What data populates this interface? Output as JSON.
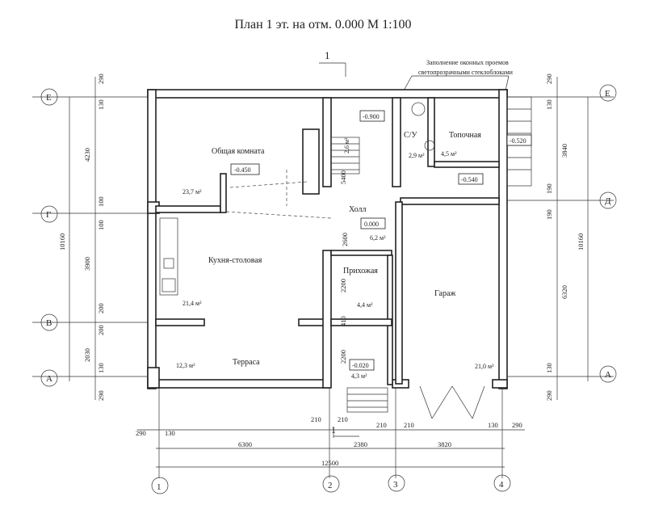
{
  "title": "План 1 эт. на отм. 0.000  М 1:100",
  "section_mark": "1",
  "glazing_note_line1": "Заполнение оконных проемов",
  "glazing_note_line2": "светопрозрачными стеклоблоками",
  "rooms": [
    {
      "key": "living",
      "name": "Общая комната",
      "area": "23,7 м²",
      "level": "-0.450"
    },
    {
      "key": "kitchen",
      "name": "Кухня-столовая",
      "area": "21,4 м²"
    },
    {
      "key": "terrace",
      "name": "Терраса",
      "area": "12,3 м²"
    },
    {
      "key": "hall",
      "name": "Холл",
      "area": "6,2 м²",
      "level": "0.000"
    },
    {
      "key": "entry",
      "name": "Прихожая",
      "area": "4,4 м²"
    },
    {
      "key": "vestibule",
      "area": "4,3 м²",
      "level": "-0.020"
    },
    {
      "key": "wc",
      "name": "С/У",
      "area": "2,9 м²"
    },
    {
      "key": "boiler",
      "name": "Топочная",
      "area": "4,5 м²",
      "level": "-0.520"
    },
    {
      "key": "garage",
      "name": "Гараж",
      "area": "21,0 м²"
    },
    {
      "key": "stair",
      "level": "-0.900",
      "area": "2,6 м²"
    }
  ],
  "extra_level": "-0.540",
  "axes": {
    "horizontal": [
      "1",
      "2",
      "3",
      "4"
    ],
    "vertical": [
      "Е",
      "Д",
      "Г",
      "В",
      "А"
    ]
  },
  "dims": {
    "bottom_row1": [
      "290",
      "130",
      "210",
      "210",
      "210",
      "210",
      "130",
      "290"
    ],
    "bottom_row2": [
      "6300",
      "2380",
      "3820"
    ],
    "bottom_total": "12500",
    "left_col": [
      "290",
      "130",
      "4230",
      "100",
      "100",
      "3900",
      "200",
      "200",
      "2030",
      "130",
      "290"
    ],
    "left_total": "10160",
    "right_col": [
      "290",
      "130",
      "3840",
      "190",
      "190",
      "6320",
      "130",
      "290"
    ],
    "right_total": "10160",
    "interior": [
      "5400",
      "2600",
      "2200",
      "410",
      "2200"
    ]
  }
}
